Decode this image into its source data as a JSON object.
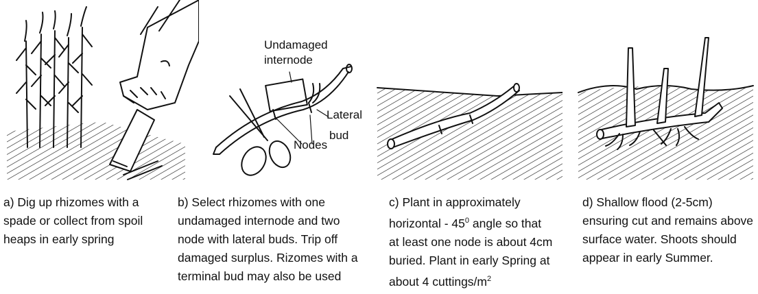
{
  "panels": [
    {
      "id": "a",
      "caption_lines": [
        "a) Dig up rhizomes with a",
        "spade or collect from spoil",
        "heaps in early spring"
      ]
    },
    {
      "id": "b",
      "caption_lines": [
        "b) Select rhizomes with one",
        "undamaged internode and two",
        "node with lateral buds. Trip off",
        "damaged surplus. Rizomes with a",
        "terminal bud may also be used"
      ],
      "labels": {
        "undamaged": "Undamaged",
        "internode": "internode",
        "lateral": "Lateral",
        "bud": "bud",
        "nodes": "Nodes"
      }
    },
    {
      "id": "c",
      "caption_lines": [
        "c) Plant in approximately",
        "horizontal - 45",
        "0",
        " angle so that",
        "at least one node is about 4cm",
        "buried. Plant in early Spring at",
        "about 4 cuttings/m",
        "2"
      ]
    },
    {
      "id": "d",
      "caption_lines": [
        "d) Shallow flood (2-5cm)",
        "ensuring cut and remains above",
        "surface water. Shoots should",
        "appear in early Summer."
      ]
    }
  ]
}
